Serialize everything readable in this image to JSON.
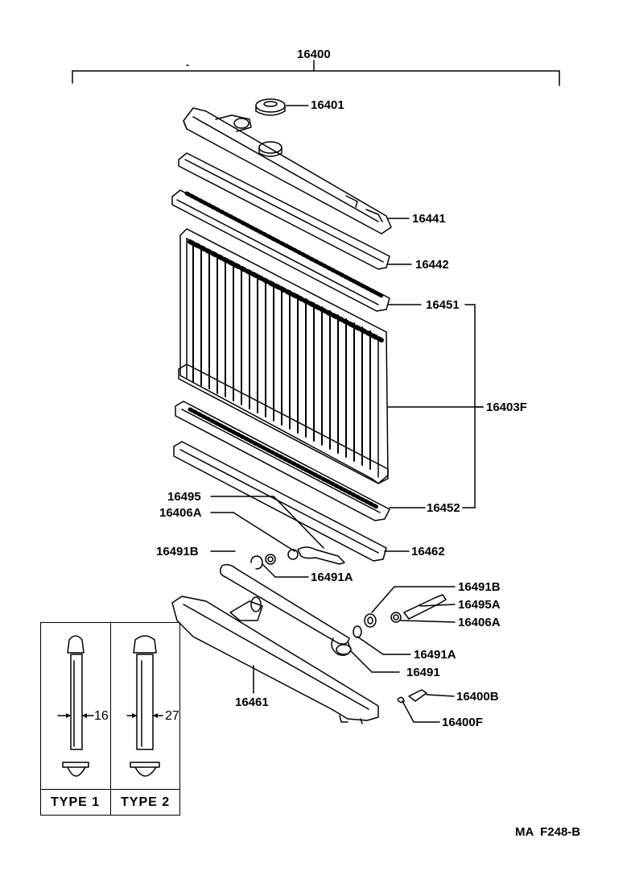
{
  "parts": {
    "p16400": "16400",
    "p16401": "16401",
    "p16441": "16441",
    "p16442": "16442",
    "p16451": "16451",
    "p16403F": "16403F",
    "p16495": "16495",
    "p16406A_left": "16406A",
    "p16452": "16452",
    "p16491B_left": "16491B",
    "p16462": "16462",
    "p16491A_left": "16491A",
    "p16491B_right": "16491B",
    "p16495A": "16495A",
    "p16406A_right": "16406A",
    "p16491A_right": "16491A",
    "p16491": "16491",
    "p16461": "16461",
    "p16400B": "16400B",
    "p16400F": "16400F"
  },
  "types": {
    "type1_label": "TYPE 1",
    "type2_label": "TYPE 2",
    "type1_dim": "16",
    "type2_dim": "27"
  },
  "figure_code": "MA  F248-B"
}
